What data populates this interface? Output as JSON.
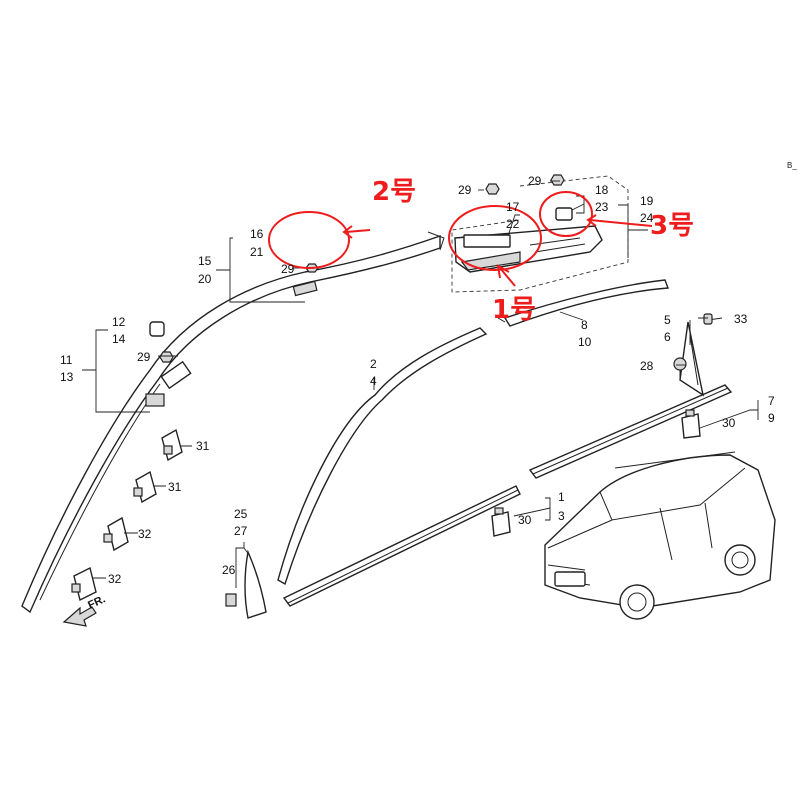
{
  "diagram": {
    "corner_code": "B_",
    "direction_label": "FR.",
    "callouts": {
      "c1": "1号",
      "c2": "2号",
      "c3": "3号"
    },
    "labels": {
      "n29a": "29",
      "n29b": "29",
      "n29c": "29",
      "n29d": "29",
      "n18": "18",
      "n23": "23",
      "n19": "19",
      "n24": "24",
      "n17": "17",
      "n22": "22",
      "n16": "16",
      "n21": "21",
      "n15": "15",
      "n20": "20",
      "n12": "12",
      "n14": "14",
      "n11": "11",
      "n13": "13",
      "n31a": "31",
      "n31b": "31",
      "n32a": "32",
      "n32b": "32",
      "n25": "25",
      "n27": "27",
      "n26": "26",
      "n2": "2",
      "n4": "4",
      "n8": "8",
      "n10": "10",
      "n5": "5",
      "n6": "6",
      "n33": "33",
      "n28": "28",
      "n7": "7",
      "n9": "9",
      "n30a": "30",
      "n1": "1",
      "n3": "3",
      "n30b": "30"
    }
  }
}
